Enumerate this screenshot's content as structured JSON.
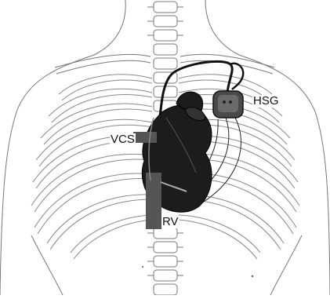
{
  "labels": {
    "hsg": "HSG",
    "vcs": "VCS",
    "rv": "RV"
  },
  "colors": {
    "outline": "#777777",
    "heart": "#1c1c1c",
    "device": "#4a4a4a",
    "lead": "#111111"
  }
}
